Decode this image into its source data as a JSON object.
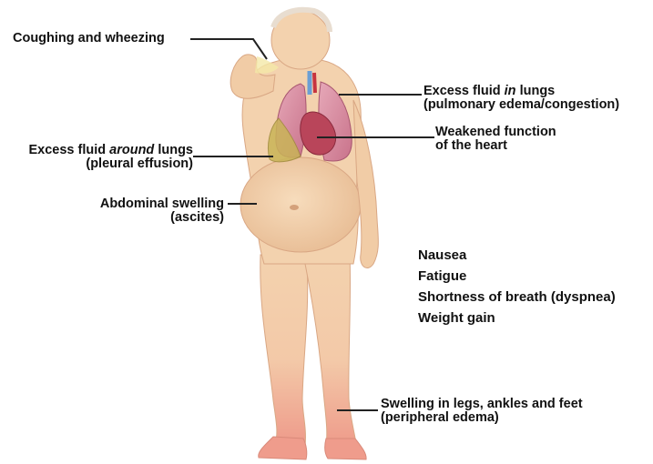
{
  "colors": {
    "skin": "#f3d2ae",
    "skin_shadow": "#e4b58d",
    "edema": "#ee9a8a",
    "lung": "#d98da0",
    "heart": "#b9455a",
    "pleural_fluid": "#c9b457",
    "leader_line": "#222222",
    "text": "#111111"
  },
  "labels": {
    "coughing": "Coughing and wheezing",
    "fluid_in_lungs": {
      "prefix": "Excess fluid ",
      "emphasis": "in",
      "suffix": " lungs",
      "line2": "(pulmonary edema/congestion)"
    },
    "heart": {
      "line1": "Weakened function",
      "line2": "of the heart"
    },
    "fluid_around_lungs": {
      "prefix": "Excess fluid ",
      "emphasis": "around",
      "suffix": " lungs",
      "line2": "(pleural effusion)"
    },
    "abdominal": {
      "line1": "Abdominal swelling",
      "line2": "(ascites)"
    },
    "legs": {
      "line1": "Swelling in legs, ankles and feet",
      "line2": "(peripheral edema)"
    }
  },
  "symptoms": [
    "Nausea",
    "Fatigue",
    "Shortness of breath (dyspnea)",
    "Weight gain"
  ]
}
